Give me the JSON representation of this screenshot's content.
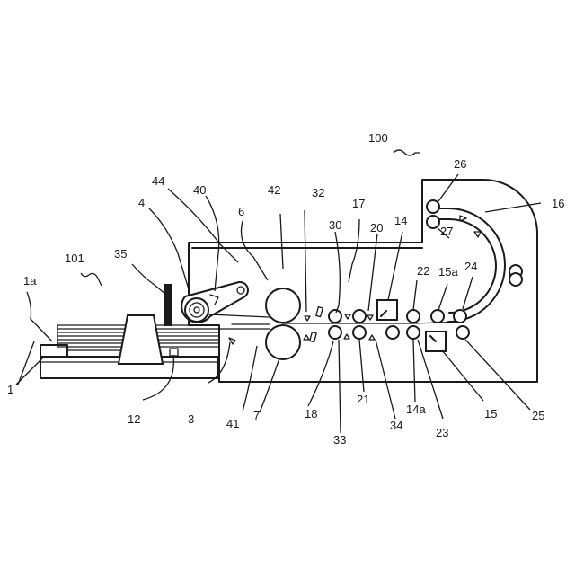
{
  "labels": {
    "l100": "100",
    "l101": "101",
    "l1": "1",
    "l1a": "1a",
    "l3": "3",
    "l4": "4",
    "l6": "6",
    "l7": "7",
    "l12": "12",
    "l14": "14",
    "l14a": "14a",
    "l15": "15",
    "l15a": "15a",
    "l16": "16",
    "l17": "17",
    "l18": "18",
    "l20": "20",
    "l21": "21",
    "l22": "22",
    "l23": "23",
    "l24": "24",
    "l25": "25",
    "l26": "26",
    "l27": "27",
    "l30": "30",
    "l32": "32",
    "l33": "33",
    "l34": "34",
    "l35": "35",
    "l40": "40",
    "l41": "41",
    "l42": "42",
    "l44": "44"
  }
}
